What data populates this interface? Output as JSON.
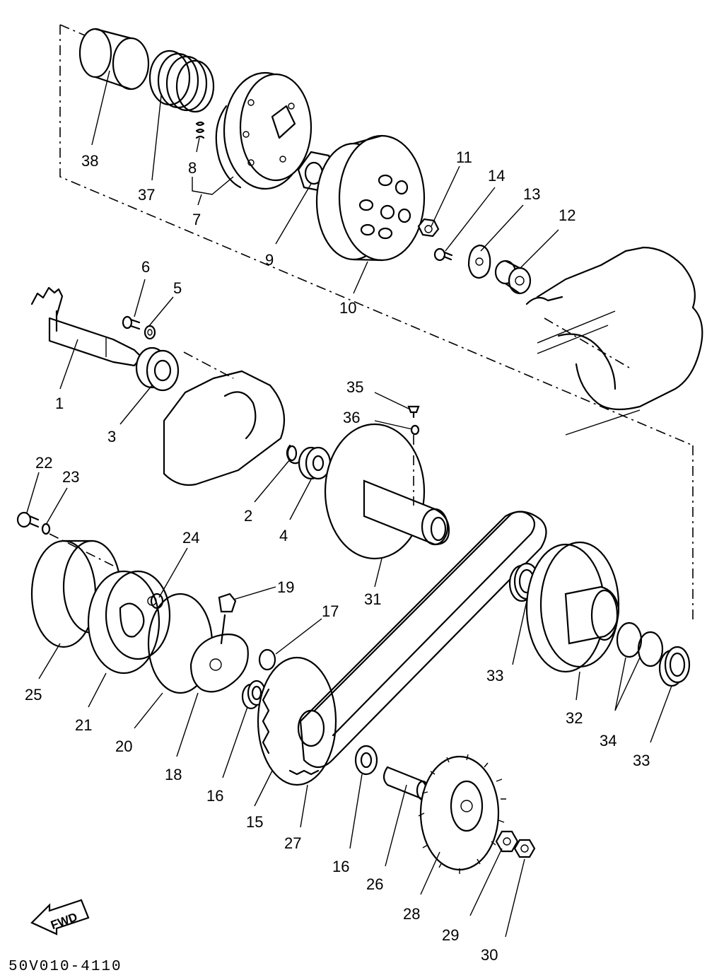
{
  "labels": {
    "p1": "1",
    "p2": "2",
    "p3": "3",
    "p4": "4",
    "p5": "5",
    "p6": "6",
    "p7": "7",
    "p8": "8",
    "p9": "9",
    "p10": "10",
    "p11": "11",
    "p12": "12",
    "p13": "13",
    "p14": "14",
    "p15": "15",
    "p16a": "16",
    "p16b": "16",
    "p17": "17",
    "p18": "18",
    "p19": "19",
    "p20": "20",
    "p21": "21",
    "p22": "22",
    "p23": "23",
    "p24": "24",
    "p25": "25",
    "p26": "26",
    "p27": "27",
    "p28": "28",
    "p29": "29",
    "p30": "30",
    "p31": "31",
    "p32": "32",
    "p33a": "33",
    "p33b": "33",
    "p34": "34",
    "p35": "35",
    "p36": "36",
    "p37": "37",
    "p38": "38"
  },
  "fwd_label": "FWD",
  "drawing_code": "50V010-4110"
}
